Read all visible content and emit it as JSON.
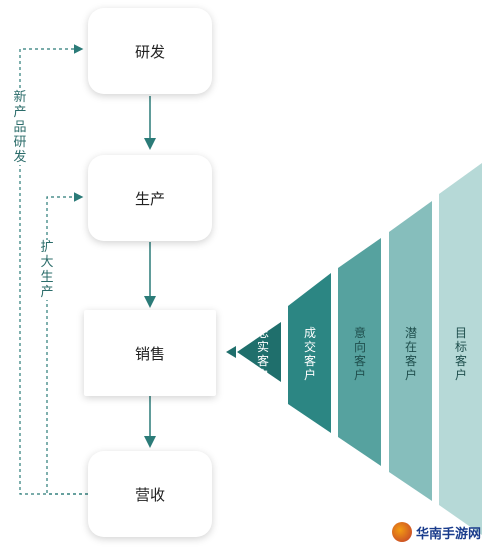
{
  "flow": {
    "rd": "研发",
    "production": "生产",
    "sales": "销售",
    "revenue": "营收"
  },
  "loops": {
    "new_product": "新产品研发",
    "expand_production": "扩大生产"
  },
  "funnel": {
    "layers": [
      "忠实客户",
      "成交客户",
      "意向客户",
      "潜在客户",
      "目标客户"
    ]
  },
  "colors": {
    "arrow": "#2b7b78",
    "layer_1": "#1f6f6c",
    "layer_2": "#2c8683",
    "layer_3": "#56a29f",
    "layer_4": "#86bebc",
    "layer_5": "#b6d9d7"
  },
  "watermark": {
    "text": "华南手游网"
  }
}
